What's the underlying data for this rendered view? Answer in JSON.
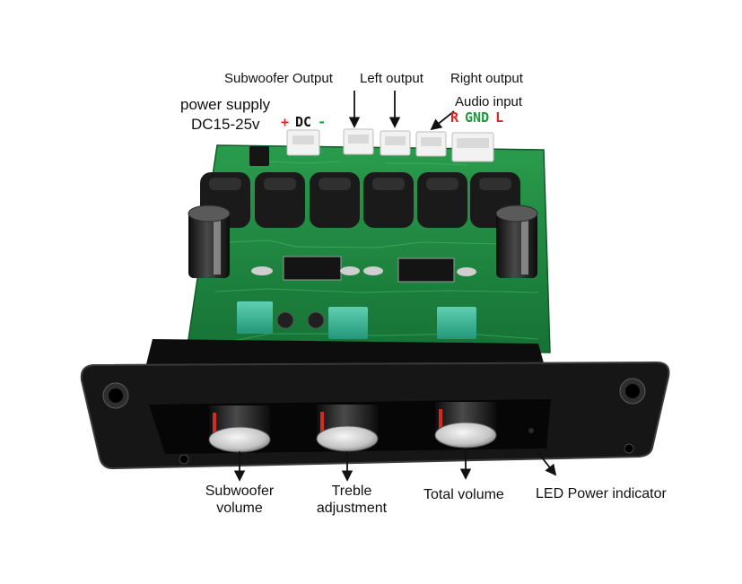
{
  "annotations": {
    "subwoofer_output": "Subwoofer Output",
    "left_output": "Left output",
    "right_output": "Right output",
    "audio_input": "Audio input",
    "power_supply": "power supply",
    "voltage": "DC15-25v",
    "subwoofer_volume": [
      "Subwoofer",
      "volume"
    ],
    "treble_adjustment": [
      "Treble",
      "adjustment"
    ],
    "total_volume": "Total volume",
    "led_power_indicator": "LED Power indicator"
  },
  "dc_terminal": {
    "plus": "+",
    "label": "DC",
    "minus": "-"
  },
  "audio_pins": {
    "right": "R",
    "ground": "GND",
    "left": "L"
  },
  "colors": {
    "positive": "#e3241b",
    "ground": "#1e9a3b",
    "text": "#111111",
    "pcb": "#1f8c3f",
    "potentiometer": "#2fae8e"
  }
}
